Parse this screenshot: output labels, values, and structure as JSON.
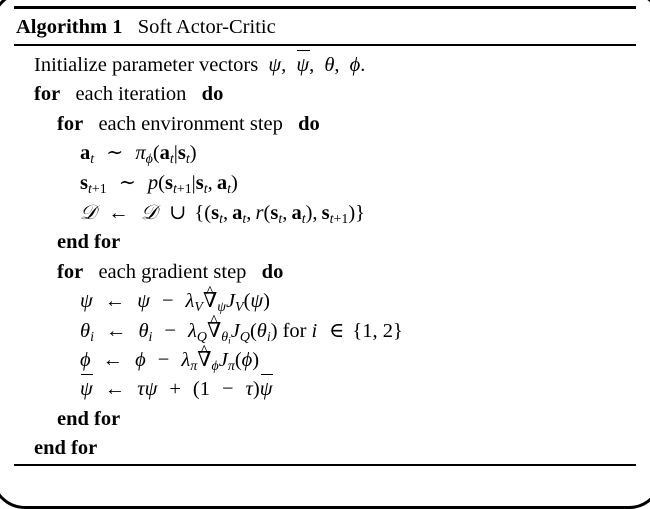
{
  "figure": {
    "type": "algorithm-pseudocode",
    "caption_keyword": "Algorithm 1",
    "caption_title": "Soft Actor-Critic",
    "rules": {
      "top": "thick",
      "under_caption": "thin",
      "bottom": "thin"
    }
  },
  "symbols": {
    "psi": "ψ",
    "psi_bar": "ψ̄",
    "theta": "θ",
    "phi": "ϕ",
    "pi": "π",
    "tau": "τ",
    "lambda": "λ",
    "nabla_hat": "∇̂",
    "script_D": "𝒟",
    "sim": "∼",
    "leftarrow": "←",
    "cup": "∪",
    "in": "∈",
    "minus": "−",
    "plus": "+"
  },
  "lines": [
    {
      "id": "init",
      "indent": 1,
      "kind": "statement",
      "text": "Initialize parameter vectors ψ, ψ̄, θ, ϕ."
    },
    {
      "id": "for-iter",
      "indent": 1,
      "kind": "for",
      "keyword_start": "for",
      "middle": "each iteration",
      "keyword_end": "do",
      "text": "for each iteration do"
    },
    {
      "id": "for-env",
      "indent": 2,
      "kind": "for",
      "keyword_start": "for",
      "middle": "each environment step",
      "keyword_end": "do",
      "text": "for each environment step do"
    },
    {
      "id": "sample-action",
      "indent": 3,
      "kind": "math",
      "text": "a_t ∼ π_ϕ(a_t|s_t)"
    },
    {
      "id": "sample-state",
      "indent": 3,
      "kind": "math",
      "text": "s_{t+1} ∼ p(s_{t+1}|s_t, a_t)"
    },
    {
      "id": "buffer-update",
      "indent": 3,
      "kind": "math",
      "text": "D ← D ∪ {(s_t, a_t, r(s_t, a_t), s_{t+1})}"
    },
    {
      "id": "end-for-env",
      "indent": 2,
      "kind": "end",
      "text": "end for"
    },
    {
      "id": "for-grad",
      "indent": 2,
      "kind": "for",
      "keyword_start": "for",
      "middle": "each gradient step",
      "keyword_end": "do",
      "text": "for each gradient step do"
    },
    {
      "id": "update-psi",
      "indent": 3,
      "kind": "math",
      "text": "ψ ← ψ − λ_V ∇̂_ψ J_V(ψ)"
    },
    {
      "id": "update-theta",
      "indent": 3,
      "kind": "math",
      "text": "θ_i ← θ_i − λ_Q ∇̂_{θ_i} J_Q(θ_i) for i ∈ {1, 2}"
    },
    {
      "id": "update-phi",
      "indent": 3,
      "kind": "math",
      "text": "ϕ ← ϕ − λ_π ∇̂_ϕ J_π(ϕ)"
    },
    {
      "id": "update-psibar",
      "indent": 3,
      "kind": "math",
      "text": "ψ̄ ← τψ + (1 − τ)ψ̄"
    },
    {
      "id": "end-for-grad",
      "indent": 2,
      "kind": "end",
      "text": "end for"
    },
    {
      "id": "end-for-iter",
      "indent": 1,
      "kind": "end",
      "text": "end for"
    }
  ],
  "labels": {
    "for": "for",
    "do": "do",
    "end_for": "end for",
    "each_iteration": "each iteration",
    "each_environment_step": "each environment step",
    "each_gradient_step": "each gradient step",
    "initialize_text": "Initialize parameter vectors",
    "for_word": "for",
    "in_set": "{1, 2}"
  },
  "colors": {
    "ink": "#000000",
    "paper": "#ffffff"
  }
}
